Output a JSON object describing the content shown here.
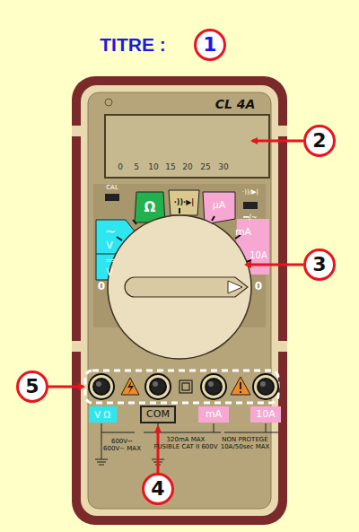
{
  "diagram": {
    "title": "TITRE :",
    "labels": [
      "1",
      "CL 4A",
      "0",
      "5",
      "10",
      "15",
      "20",
      "25",
      "30",
      "2",
      "CAL",
      "Ω",
      "·))·▶|",
      "µA",
      "·))/▶|",
      "⎓/~",
      "mA",
      "10A",
      "~",
      "V",
      "⎓",
      "V",
      "0",
      "0",
      "3",
      "5",
      "V Ω",
      "COM",
      "mA",
      "10A",
      "600V⎓ 600V~ MAX",
      "320mA MAX FUSIBLE CAT II 600V",
      "NON PROTEGÉ 10A/50sec MAX",
      "4"
    ]
  }
}
